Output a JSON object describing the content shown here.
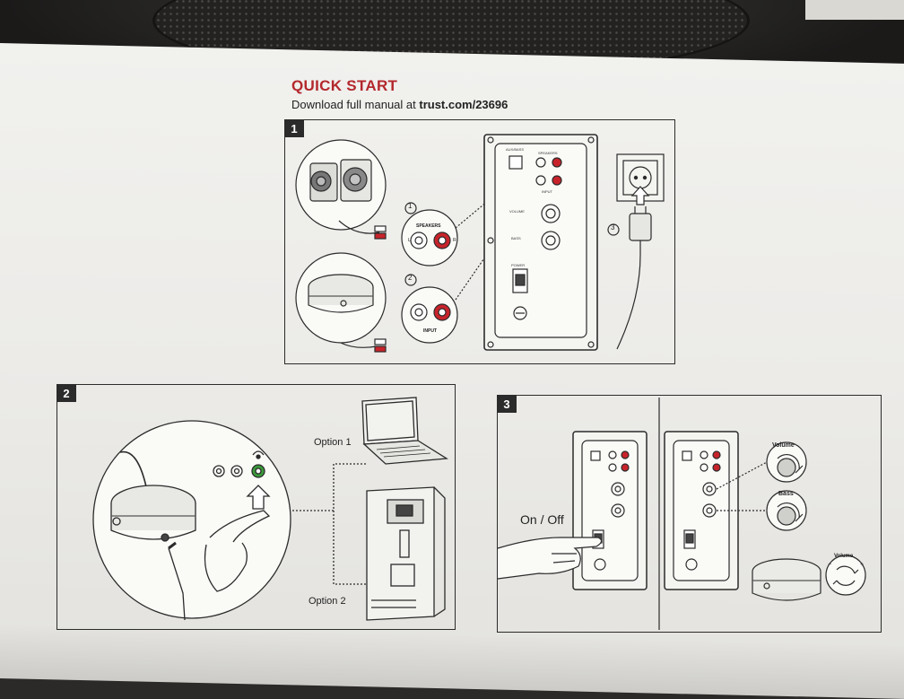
{
  "header": {
    "title": "QUICK START",
    "subtitle_prefix": "Download full manual at ",
    "subtitle_link": "trust.com/23696"
  },
  "steps": [
    {
      "number": "1",
      "callouts": [
        "1",
        "2",
        "3"
      ],
      "speakers_label": "SPEAKERS",
      "input_label": "INPUT",
      "jack_left": "L",
      "jack_right": "R"
    },
    {
      "number": "2",
      "option1": "Option 1",
      "option2": "Option 2"
    },
    {
      "number": "3",
      "onoff": "On / Off",
      "volume": "Volume",
      "bass": "Bass",
      "remote_volume": "Volume"
    }
  ],
  "colors": {
    "accent": "#b3282d",
    "ink": "#2b2b2b",
    "rca_red": "#c8232b",
    "jack_green": "#3a9a3a"
  }
}
